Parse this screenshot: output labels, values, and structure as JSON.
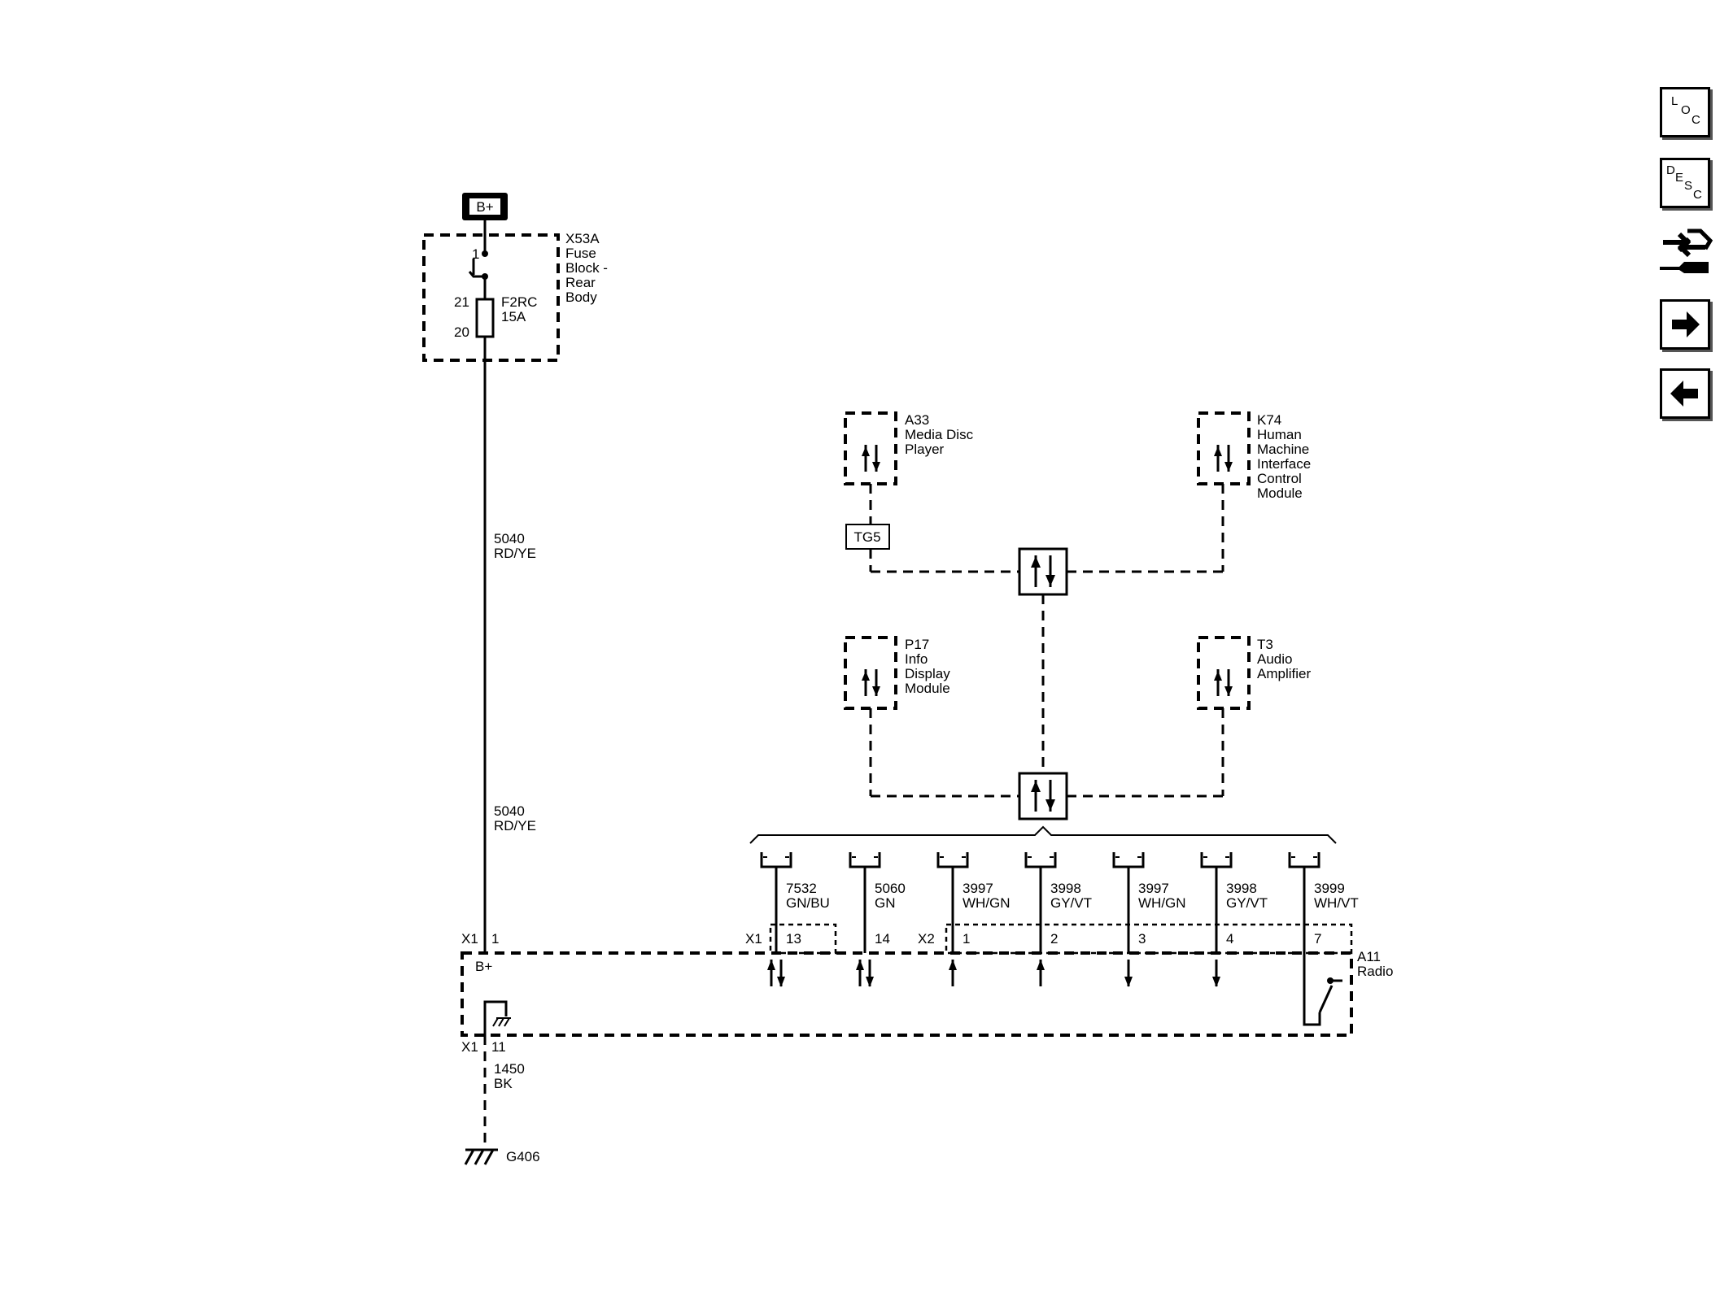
{
  "power": {
    "label": "B+"
  },
  "fuse_block": {
    "id": "X53A",
    "name_lines": [
      "Fuse",
      "Block -",
      "Rear",
      "Body"
    ],
    "pin_top": "1",
    "pin_in": "21",
    "pin_out": "20",
    "fuse_id": "F2RC",
    "fuse_rating": "15A"
  },
  "wire_supply": {
    "circuit": "5040",
    "color": "RD/YE"
  },
  "modules": {
    "a33": {
      "id": "A33",
      "name_lines": [
        "Media Disc",
        "Player"
      ]
    },
    "k74": {
      "id": "K74",
      "name_lines": [
        "Human",
        "Machine",
        "Interface",
        "Control",
        "Module"
      ]
    },
    "p17": {
      "id": "P17",
      "name_lines": [
        "Info",
        "Display",
        "Module"
      ]
    },
    "t3": {
      "id": "T3",
      "name_lines": [
        "Audio",
        "Amplifier"
      ]
    }
  },
  "splice": {
    "label": "TG5"
  },
  "radio": {
    "id": "A11",
    "name": "Radio",
    "bplus_label": "B+",
    "connector_x1": "X1",
    "connector_x2": "X2",
    "pin_power": "1",
    "pin_ground": "11"
  },
  "bus_wires": [
    {
      "circuit": "7532",
      "color": "GN/BU",
      "pin": "13"
    },
    {
      "circuit": "5060",
      "color": "GN",
      "pin": "14"
    },
    {
      "circuit": "3997",
      "color": "WH/GN",
      "pin": "1"
    },
    {
      "circuit": "3998",
      "color": "GY/VT",
      "pin": "2"
    },
    {
      "circuit": "3997",
      "color": "WH/GN",
      "pin": "3"
    },
    {
      "circuit": "3998",
      "color": "GY/VT",
      "pin": "4"
    },
    {
      "circuit": "3999",
      "color": "WH/VT",
      "pin": "7"
    }
  ],
  "ground_wire": {
    "circuit": "1450",
    "color": "BK"
  },
  "ground": {
    "label": "G406"
  },
  "nav": {
    "loc": [
      "L",
      "O",
      "C"
    ],
    "desc": [
      "D",
      "E",
      "S",
      "C"
    ],
    "icons": [
      "loc-button",
      "desc-button",
      "connector-repair-icon",
      "arrow-right-icon",
      "arrow-left-icon"
    ]
  }
}
